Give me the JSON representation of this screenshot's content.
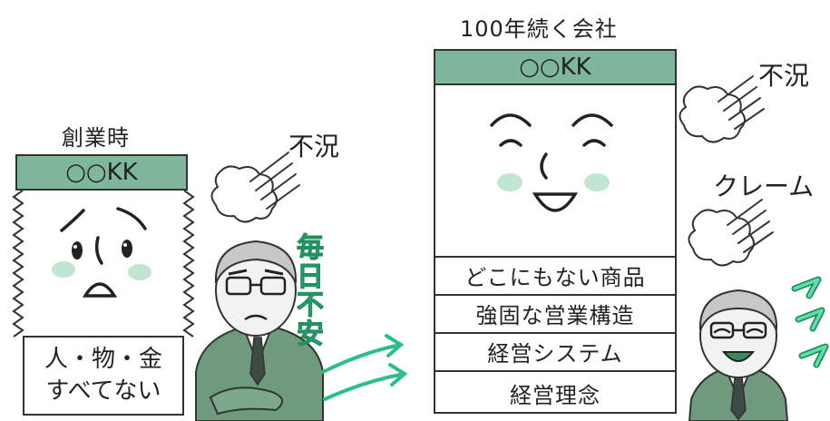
{
  "left": {
    "caption": "創業時",
    "company": "○○KK",
    "lack_line1": "人・物・金",
    "lack_line2": "すべてない",
    "pressure": "不況",
    "worry": [
      "毎",
      "日",
      "不",
      "安"
    ]
  },
  "right": {
    "caption": "100年続く会社",
    "company": "○○KK",
    "pressure_1": "不況",
    "pressure_2": "クレーム",
    "foundations": [
      "どこにもない商品",
      "強固な営業構造",
      "経営システム",
      "経営理念"
    ]
  },
  "colors": {
    "accent_green": "#7fb79a",
    "cheek_green": "#b9e2cc",
    "arrow_green": "#2bbf8a",
    "worry_green": "#2fd08c",
    "suit_green": "#6e9a7e",
    "outline": "#333333"
  }
}
